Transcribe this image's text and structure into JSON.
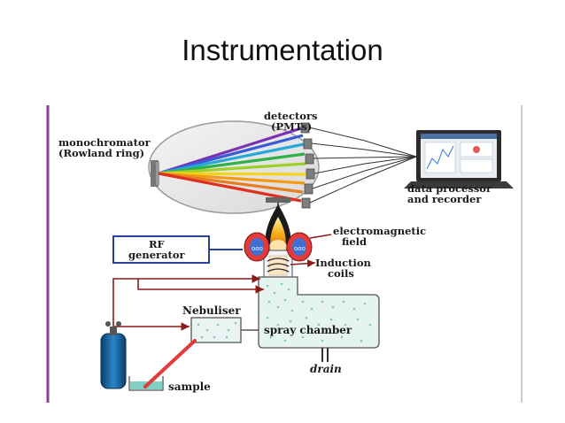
{
  "slide": {
    "title": "Instrumentation"
  },
  "diagram": {
    "labels": {
      "detectors_line1": "detectors",
      "detectors_line2": "(PMTs)",
      "monochromator_line1": "monochromator",
      "monochromator_line2": "(Rowland ring)",
      "data_processor_line1": "data processor",
      "data_processor_line2": "and recorder",
      "rf_generator_line1": "RF",
      "rf_generator_line2": "generator",
      "em_field_line1": "electromagnetic",
      "em_field_line2": "field",
      "induction_line1": "Induction",
      "induction_line2": "coils",
      "nebuliser": "Nebuliser",
      "spray_chamber": "spray chamber",
      "drain": "drain",
      "sample": "sample"
    },
    "colors": {
      "frame_border": "#8a3b93",
      "gas_lines": "#8b1a1a",
      "rf_box_border": "#2a3f9a",
      "plasma_flame": "#f2a414",
      "mist": "#7fc9c0",
      "argon_cylinder": "#1b6aa5"
    },
    "icons": [
      "rowland-circle",
      "grating-icon",
      "detector-icon",
      "laptop-icon",
      "torch-icon",
      "coil-icon",
      "gas-cylinder-icon",
      "sample-beaker-icon"
    ]
  }
}
